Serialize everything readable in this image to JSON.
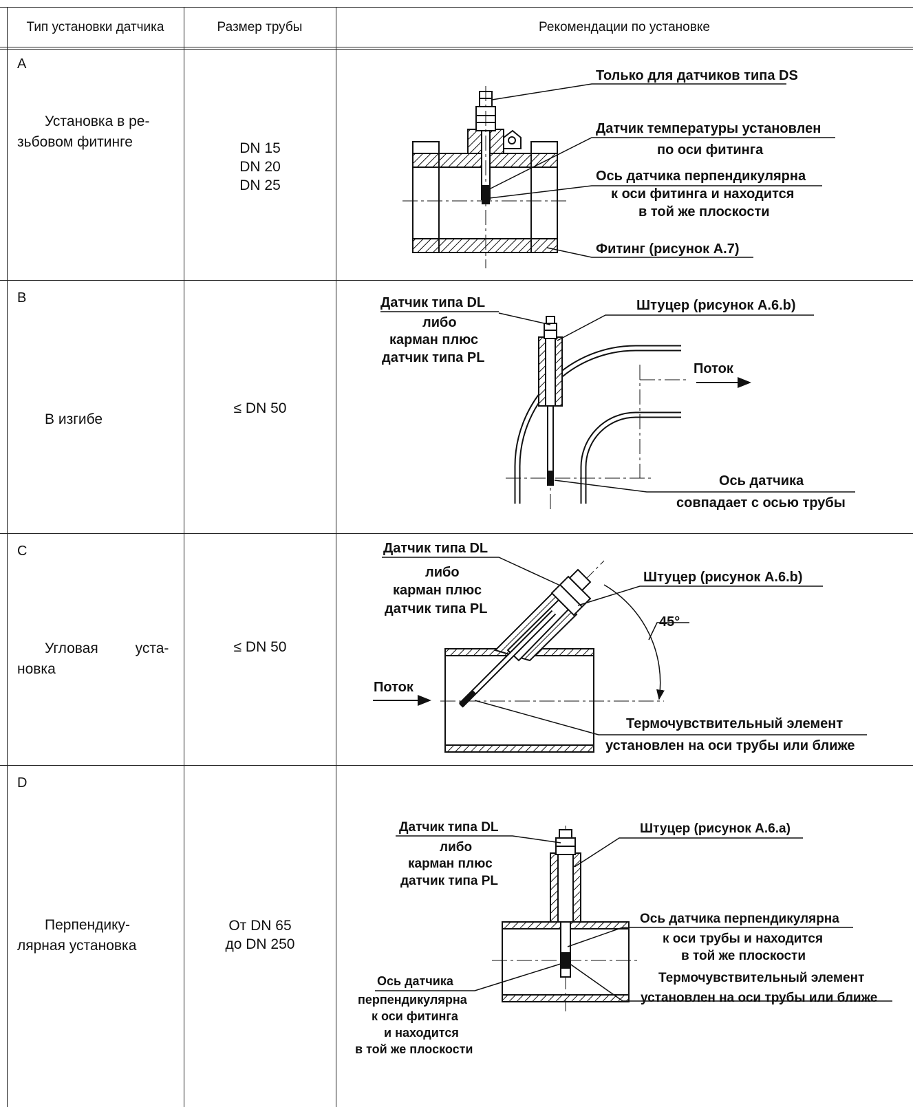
{
  "header": {
    "col1": "Тип установки датчика",
    "col2": "Размер трубы",
    "col3": "Рекомендации по установке"
  },
  "rows": [
    {
      "letter": "A",
      "desc_lines": [
        "Установка в ре-",
        "зьбовом фитинге"
      ],
      "size_lines": [
        "DN 15",
        "DN 20",
        "DN 25"
      ],
      "labels": {
        "l1": "Только для датчиков типа DS",
        "l2a": "Датчик температуры установлен",
        "l2b": "по оси фитинга",
        "l3a": "Ось датчика перпендикулярна",
        "l3b": "к оси фитинга и находится",
        "l3c": "в той же плоскости",
        "l4": "Фитинг (рисунок А.7)"
      }
    },
    {
      "letter": "B",
      "desc_lines": [
        "В изгибе"
      ],
      "size_lines": [
        "≤ DN 50"
      ],
      "labels": {
        "l1a": "Датчик типа DL",
        "l1b": "либо",
        "l1c": "карман плюс",
        "l1d": "датчик типа PL",
        "l2": "Штуцер (рисунок А.6.b)",
        "l3": "Поток",
        "l4a": "Ось датчика",
        "l4b": "совпадает с осью трубы"
      }
    },
    {
      "letter": "C",
      "desc_lines": [
        "Угловая уста-",
        "новка"
      ],
      "size_lines": [
        "≤ DN 50"
      ],
      "labels": {
        "l1a": "Датчик типа DL",
        "l1b": "либо",
        "l1c": "карман плюс",
        "l1d": "датчик типа PL",
        "l2": "Штуцер (рисунок А.6.b)",
        "l3": "45°",
        "l4": "Поток",
        "l5a": "Термочувствительный элемент",
        "l5b": "установлен на оси трубы или ближе"
      }
    },
    {
      "letter": "D",
      "desc_lines": [
        "Перпендику-",
        "лярная установка"
      ],
      "size_lines": [
        "От DN 65",
        "до DN 250"
      ],
      "labels": {
        "l1a": "Датчик типа DL",
        "l1b": "либо",
        "l1c": "карман плюс",
        "l1d": "датчик типа PL",
        "l2": "Штуцер (рисунок А.6.a)",
        "l3a": "Ось датчика перпендикулярна",
        "l3b": "к оси трубы и находится",
        "l3c": "в той же плоскости",
        "l4a": "Термочувствительный элемент",
        "l4b": "установлен на оси трубы или ближе",
        "l5a": "Ось датчика",
        "l5b": "перпендикулярна",
        "l5c": "к оси фитинга",
        "l5d": "и находится",
        "l5e": "в той же плоскости"
      }
    }
  ]
}
